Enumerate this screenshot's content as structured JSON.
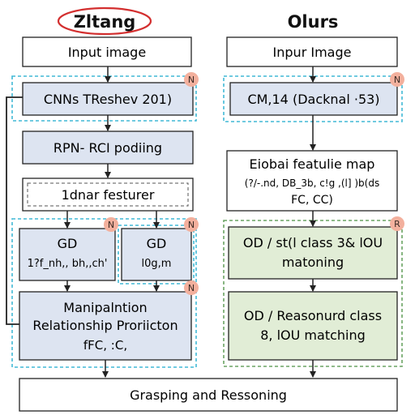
{
  "left_title": "Zltang",
  "right_title": "Olurs",
  "left": {
    "input": "Input image",
    "cnn": "CNNs TReshev 201)",
    "rpn": "RPN- RCI podiing",
    "feature": "1dnar festurer",
    "gd1_title": "GD",
    "gd1_sub": "1?f_nh,, bh,,ch'",
    "gd2_title": "GD",
    "gd2_sub": "l0g,m",
    "manip_line1": "Manipalntion",
    "manip_line2": "Relationship Proriicton",
    "manip_line3": "fFC,  :C,"
  },
  "right": {
    "input": "Inpur Image",
    "cm": "CM,14 (Dacknal ·53)",
    "global_line1": "Eiobai featulie map",
    "global_line2": "(?/-.nd, DB_3b, c!g ,(l] )b(ds",
    "global_line3": "FC, CC)",
    "od1_line1": "OD / st(l class 3& lOU",
    "od1_line2": "matoning",
    "od2_line1": "OD / Reasonurd class",
    "od2_line2": "8, lOU matching"
  },
  "bottom": "Grasping and Ressoning",
  "badges": {
    "n": "N",
    "r": "R"
  },
  "colors": {
    "box_blue": "#dde4f1",
    "box_green": "#e1edd6",
    "dash_cyan": "#41b9d6",
    "dash_green": "#6aa463",
    "badge": "#f3b09d",
    "title_ring": "#d32f2f"
  }
}
